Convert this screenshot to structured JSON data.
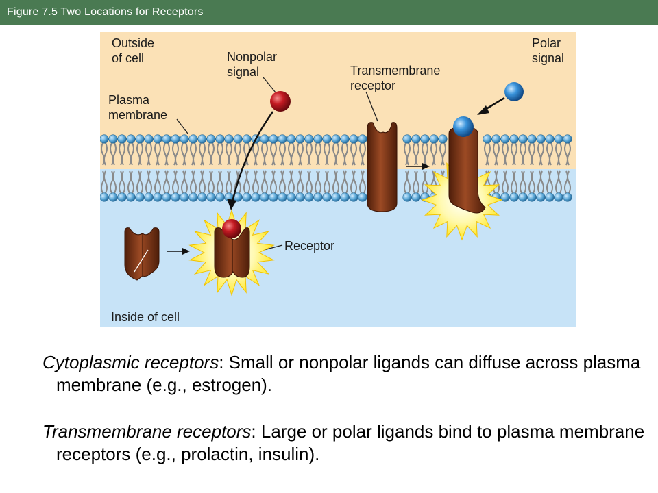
{
  "slide": {
    "title": "Figure 7.5  Two Locations for Receptors",
    "colors": {
      "title_bar": "#4a7a52",
      "outside_cell": "#fbe1b6",
      "inside_cell": "#c7e3f7",
      "lipid_head": "#5ba7d6",
      "receptor": "#7a3516",
      "nonpolar_signal": "#b3121b",
      "polar_signal": "#2f86d1",
      "activation_burst": "#fff24a"
    }
  },
  "figure": {
    "labels": {
      "outside": [
        "Outside",
        "of cell"
      ],
      "plasma_membrane": [
        "Plasma",
        "membrane"
      ],
      "nonpolar_signal": [
        "Nonpolar",
        "signal"
      ],
      "transmembrane_receptor": [
        "Transmembrane",
        "receptor"
      ],
      "polar_signal": [
        "Polar",
        "signal"
      ],
      "receptor": "Receptor",
      "inside": "Inside of cell"
    }
  },
  "captions": [
    {
      "term": "Cytoplasmic receptors",
      "text": ": Small or nonpolar ligands can diffuse across plasma membrane (e.g., estrogen)."
    },
    {
      "term": "Transmembrane receptors",
      "text": ": Large or polar ligands bind to plasma membrane receptors (e.g., prolactin, insulin)."
    }
  ]
}
